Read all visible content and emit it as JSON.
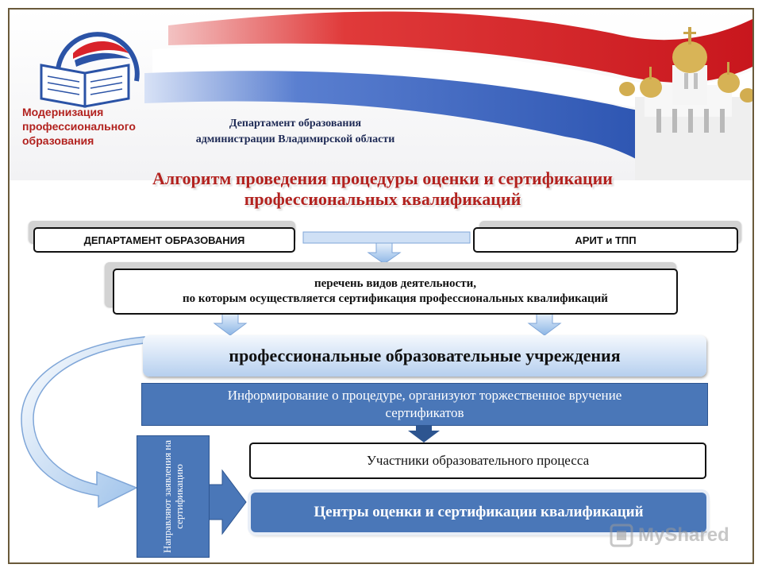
{
  "logo": {
    "caption_lines": [
      "Модернизация",
      "профессионального",
      "образования"
    ]
  },
  "department": {
    "lines": [
      "Департамент образования",
      "администрации Владимирской области"
    ]
  },
  "title": {
    "line1": "Алгоритм проведения процедуры оценки и сертификации",
    "line2": "профессиональных квалификаций"
  },
  "flow": {
    "dept_box": "ДЕПАРТАМЕНТ ОБРАЗОВАНИЯ",
    "arit_box": "АРИТ и ТПП",
    "list_lines": [
      "перечень видов деятельности,",
      "по которым осуществляется сертификация профессиональных квалификаций"
    ],
    "institutions": "профессиональные образовательные учреждения",
    "info_lines": [
      "Информирование о процедуре, организуют торжественное вручение",
      "сертификатов"
    ],
    "participants": "Участники образовательного процесса",
    "centers": "Центры оценки и сертификации квалификаций",
    "vertical": "Направляют заявления на сертификацию"
  },
  "watermark": {
    "text": "MyShared"
  },
  "colors": {
    "accent_red": "#b2221f",
    "flag_blue": "#2b53a6",
    "box_blue": "#4a77b8",
    "arrow_blue": "#9cc1ea"
  }
}
